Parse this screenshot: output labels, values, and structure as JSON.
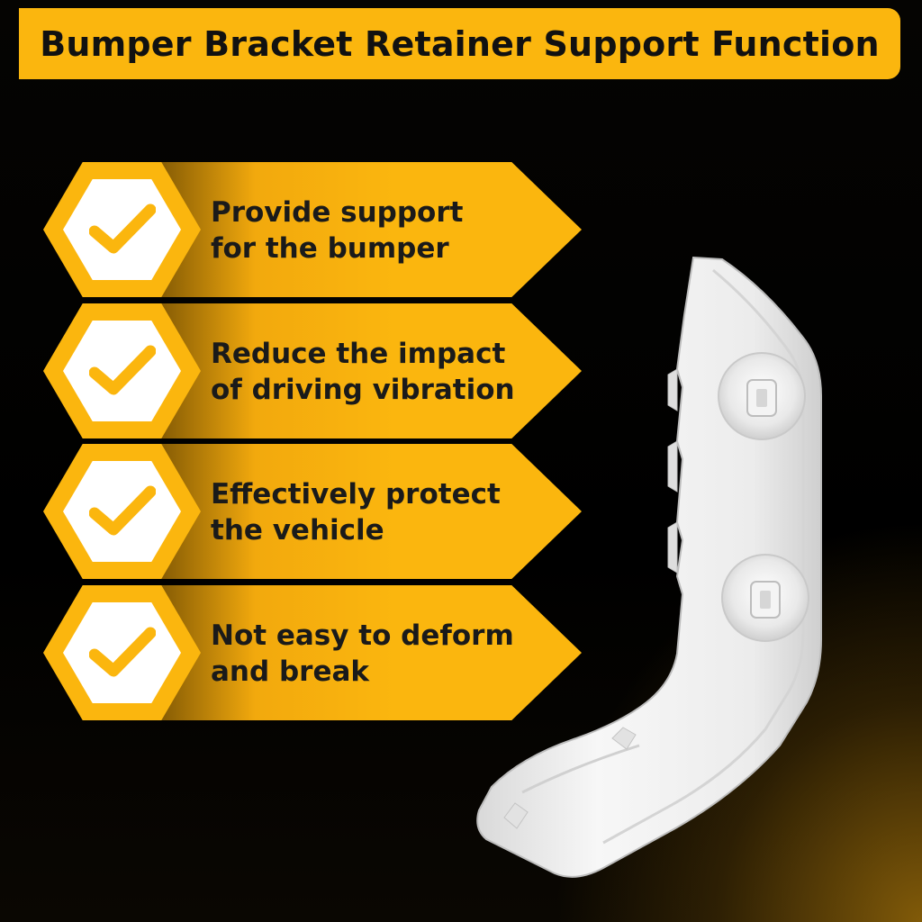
{
  "title": "Bumper Bracket Retainer Support Function",
  "colors": {
    "accent": "#fbb60e",
    "background": "#000000",
    "text_dark": "#1a1a1a",
    "product": "#f2f2f2"
  },
  "features": [
    {
      "icon": "check-icon",
      "line1": "Provide support",
      "line2": "for the bumper"
    },
    {
      "icon": "check-icon",
      "line1": "Reduce the impact",
      "line2": "of driving vibration"
    },
    {
      "icon": "check-icon",
      "line1": "Effectively protect",
      "line2": "the vehicle"
    },
    {
      "icon": "check-icon",
      "line1": "Not easy to deform",
      "line2": "and break"
    }
  ]
}
